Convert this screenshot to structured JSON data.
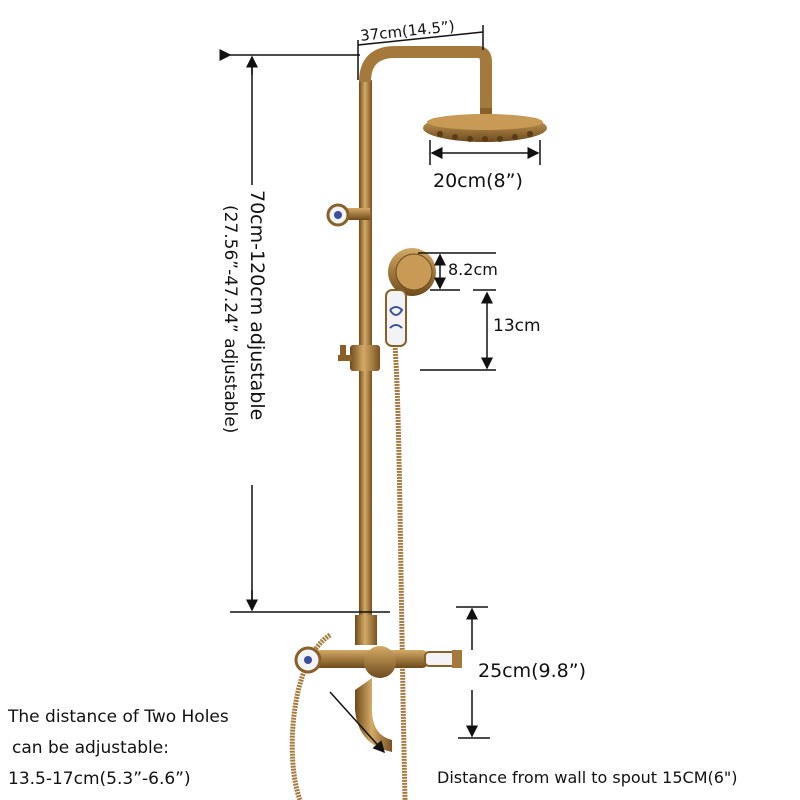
{
  "colors": {
    "brass": "#a5793c",
    "brass_dark": "#6e4a1c",
    "brass_light": "#d4aa66",
    "ceramic": "#f3f3f6",
    "pattern": "#3b4f9a",
    "line": "#111111"
  },
  "dimensions": {
    "arm_length": "37cm(14.5”)",
    "head_diameter": "20cm(8”)",
    "hand_head": "8.2cm",
    "hand_handle": "13cm",
    "height_range": "70cm-120cm  adjustable",
    "height_range_inch": "(27.56”-47.24” adjustable)",
    "mixer_height": "25cm(9.8”)"
  },
  "notes": {
    "holes_line1": "The distance of Two Holes",
    "holes_line2": "can be adjustable:",
    "holes_line3": "13.5-17cm(5.3”-6.6”)",
    "spout": "Distance from wall to spout 15CM(6\")"
  }
}
